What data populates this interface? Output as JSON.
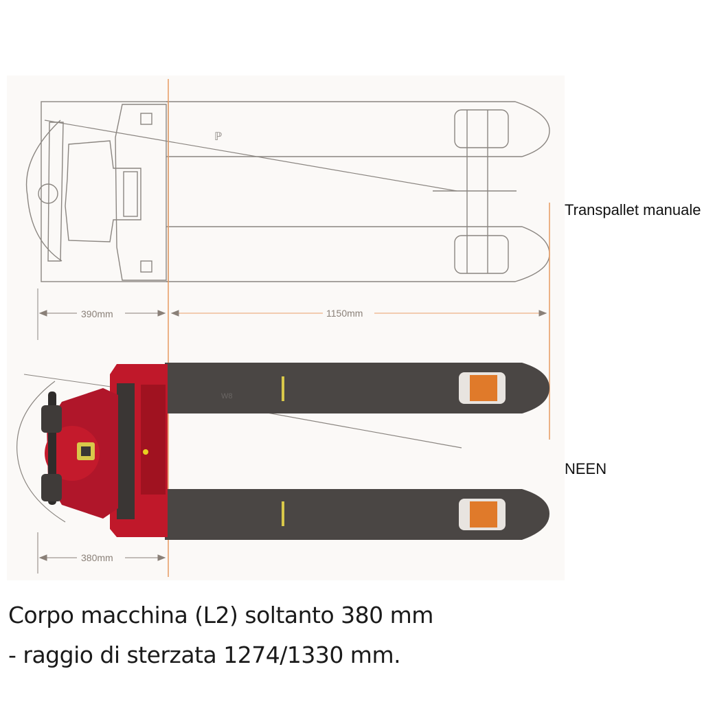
{
  "labels": {
    "top_diagram": "Transpallet manuale",
    "bottom_diagram": "NEEN"
  },
  "dimensions": {
    "manual_body": "390mm",
    "manual_forks": "1150mm",
    "neen_body": "380mm"
  },
  "captions": {
    "line1": "Corpo macchina (L2) soltanto 380 mm",
    "line2": "-  raggio di sterzata 1274/1330 mm."
  },
  "colors": {
    "outline": "#8a8580",
    "dimension_orange": "#e8a06a",
    "neen_red": "#c0182a",
    "neen_dark": "#4a4644",
    "neen_roller": "#e07a2a"
  }
}
